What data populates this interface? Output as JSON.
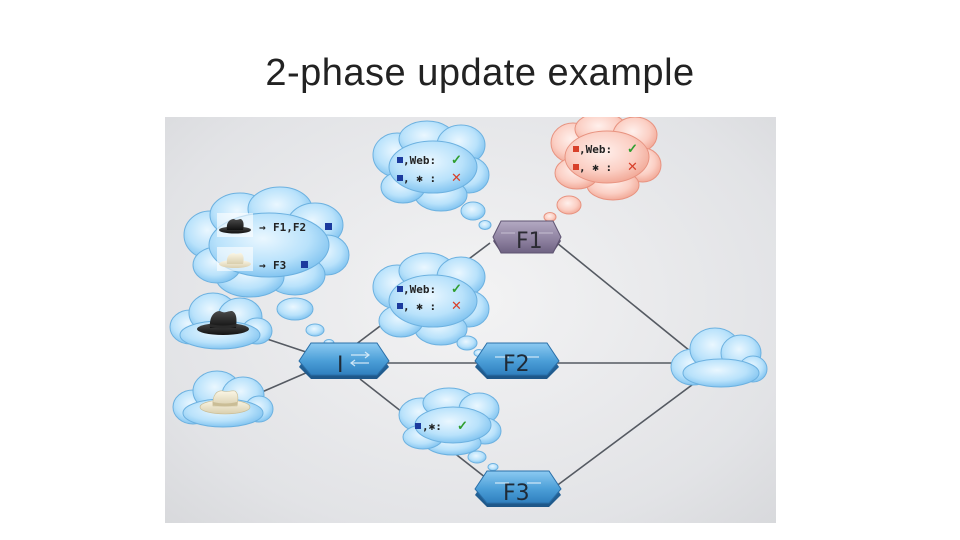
{
  "slide": {
    "title": "2-phase update example"
  },
  "switches": {
    "ingress": "I",
    "f1": "F1",
    "f2": "F2",
    "f3": "F3"
  },
  "rules": {
    "top_blue": [
      {
        "match": ",Web:",
        "action": "✓"
      },
      {
        "match": ", ✱ :",
        "action": "✕"
      }
    ],
    "top_red": [
      {
        "match": ",Web:",
        "action": "✓"
      },
      {
        "match": ", ✱ :",
        "action": "✕"
      }
    ],
    "mid_blue": [
      {
        "match": ",Web:",
        "action": "✓"
      },
      {
        "match": ", ✱ :",
        "action": "✕"
      }
    ],
    "bottom_blue": [
      {
        "match": ",✱:",
        "action": "✓"
      }
    ],
    "ingress_map": [
      {
        "arrow": "→",
        "dest": "F1,F2"
      },
      {
        "arrow": "→",
        "dest": "F3"
      }
    ]
  },
  "colors": {
    "blue_tag": "#1b3a9e",
    "red_tag": "#d8402a",
    "check": "#2f9e2f",
    "cross": "#d8402a",
    "switch_blue": "#4a9ed8",
    "switch_purple": "#8c7f9e",
    "cloud_blue": "#8fcdf5",
    "cloud_red": "#f6b6a8"
  }
}
